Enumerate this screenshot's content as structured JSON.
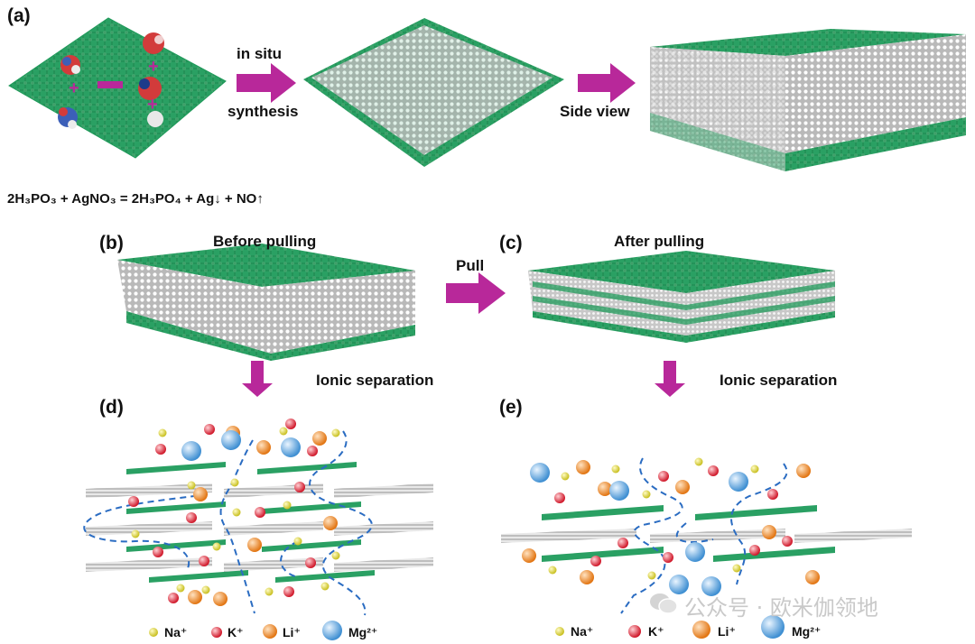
{
  "panels": {
    "a": "(a)",
    "b": "(b)",
    "c": "(c)",
    "d": "(d)",
    "e": "(e)"
  },
  "captions": {
    "in_situ": "in situ",
    "synthesis": "synthesis",
    "side_view": "Side view",
    "before": "Before pulling",
    "after": "After pulling",
    "pull": "Pull",
    "ionic_left": "Ionic separation",
    "ionic_right": "Ionic separation"
  },
  "equation": "2H₃PO₃ + AgNO₃ = 2H₃PO₄ + Ag↓ + NO↑",
  "legend": {
    "na": "Na⁺",
    "k": "K⁺",
    "li": "Li⁺",
    "mg": "Mg²⁺"
  },
  "colors": {
    "graphene": "#1f9a5a",
    "graphene_light": "#3cb874",
    "arrow": "#b8289a",
    "path": "#2a6cc2",
    "na": "#d8d23a",
    "k": "#e0283a",
    "li": "#f08a1e",
    "mg": "#5aa6e0"
  },
  "watermark": "公众号 · 欧米伽领地"
}
